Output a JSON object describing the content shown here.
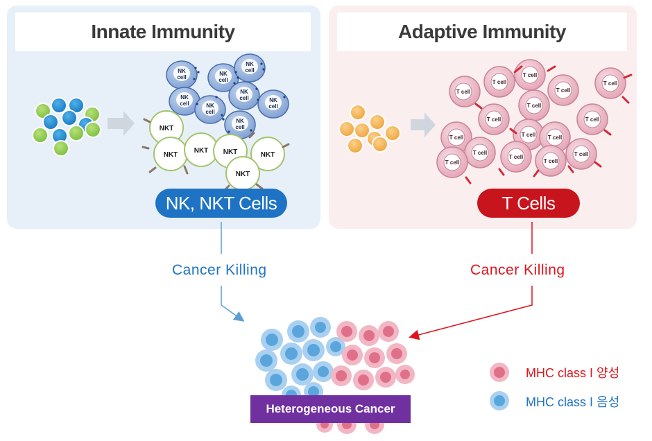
{
  "innate": {
    "title": "Innate Immunity",
    "pill": "NK, NKT Cells",
    "nk_label": "NK\ncell",
    "nkt_label": "NKT"
  },
  "adaptive": {
    "title": "Adaptive Immunity",
    "pill": "T Cells",
    "t_label": "T cell"
  },
  "arrows": {
    "left_label": "Cancer Killing",
    "right_label": "Cancer Killing"
  },
  "cancer": {
    "label": "Heterogeneous Cancer"
  },
  "legend": {
    "positive": "MHC class I 양성",
    "negative": "MHC class I 음성"
  },
  "colors": {
    "blue": "#1e73c4",
    "red": "#c8141c",
    "purple": "#7030a0",
    "cancer_blue": "#5aa6dc",
    "cancer_pink": "#e0708a"
  }
}
